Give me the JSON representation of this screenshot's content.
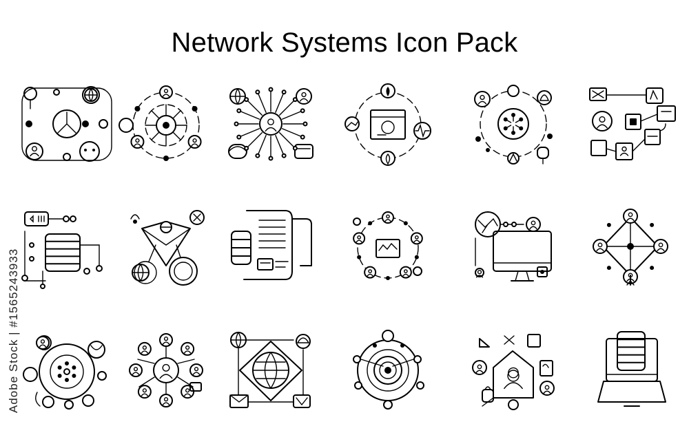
{
  "title": "Network Systems Icon Pack",
  "watermark": "Adobe Stock | #1565243933",
  "icons": [
    {
      "row": 0,
      "col": 0,
      "kind": "hub-square",
      "name": "network-hub-icon"
    },
    {
      "row": 0,
      "col": 1,
      "kind": "orbit",
      "name": "orbit-network-icon"
    },
    {
      "row": 0,
      "col": 2,
      "kind": "starburst",
      "name": "user-starburst-icon"
    },
    {
      "row": 0,
      "col": 3,
      "kind": "panel-ring",
      "name": "dashboard-ring-icon"
    },
    {
      "row": 0,
      "col": 4,
      "kind": "node-ring",
      "name": "node-ring-icon"
    },
    {
      "row": 0,
      "col": 5,
      "kind": "boxes",
      "name": "connected-boxes-icon"
    },
    {
      "row": 1,
      "col": 0,
      "kind": "database-circuit",
      "name": "database-circuit-icon"
    },
    {
      "row": 1,
      "col": 1,
      "kind": "diamond-globe",
      "name": "diamond-globe-icon"
    },
    {
      "row": 1,
      "col": 2,
      "kind": "document-db",
      "name": "document-database-icon"
    },
    {
      "row": 1,
      "col": 3,
      "kind": "monitor-ring",
      "name": "monitor-ring-icon"
    },
    {
      "row": 1,
      "col": 4,
      "kind": "desktop-map",
      "name": "desktop-map-icon"
    },
    {
      "row": 1,
      "col": 5,
      "kind": "diamond-hub",
      "name": "diamond-hub-icon"
    },
    {
      "row": 2,
      "col": 0,
      "kind": "circle-cluster",
      "name": "circle-cluster-icon"
    },
    {
      "row": 2,
      "col": 1,
      "kind": "user-ring",
      "name": "user-ring-icon"
    },
    {
      "row": 2,
      "col": 2,
      "kind": "wire-globe",
      "name": "wireframe-globe-icon"
    },
    {
      "row": 2,
      "col": 3,
      "kind": "target",
      "name": "target-ring-icon"
    },
    {
      "row": 2,
      "col": 4,
      "kind": "user-frame",
      "name": "user-frame-icon"
    },
    {
      "row": 2,
      "col": 5,
      "kind": "db-monitor",
      "name": "database-monitor-icon"
    }
  ]
}
